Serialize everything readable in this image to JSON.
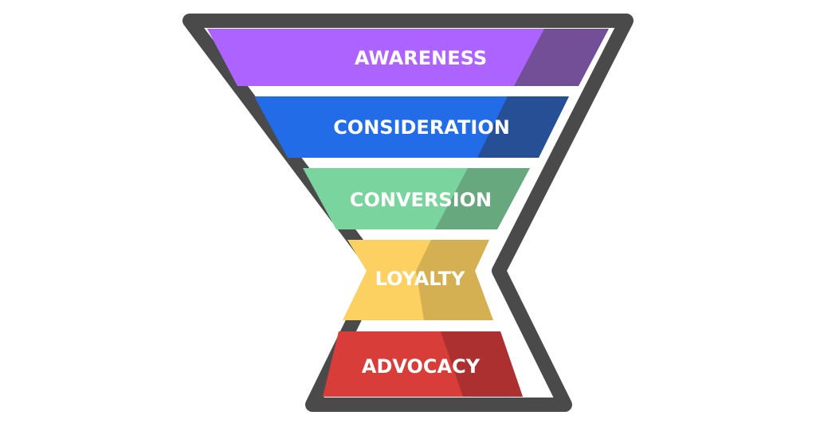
{
  "funnel": {
    "outline_color": "#4a4a4a",
    "stages": [
      {
        "label": "AWARENESS",
        "color": "#ad63ff",
        "shade": "#734f97"
      },
      {
        "label": "CONSIDERATION",
        "color": "#226ce8",
        "shade": "#264f96"
      },
      {
        "label": "CONVERSION",
        "color": "#79d59d",
        "shade": "#67a87e"
      },
      {
        "label": "LOYALTY",
        "color": "#fdd062",
        "shade": "#d4b052"
      },
      {
        "label": "ADVOCACY",
        "color": "#d83d3a",
        "shade": "#ac3030"
      }
    ]
  }
}
